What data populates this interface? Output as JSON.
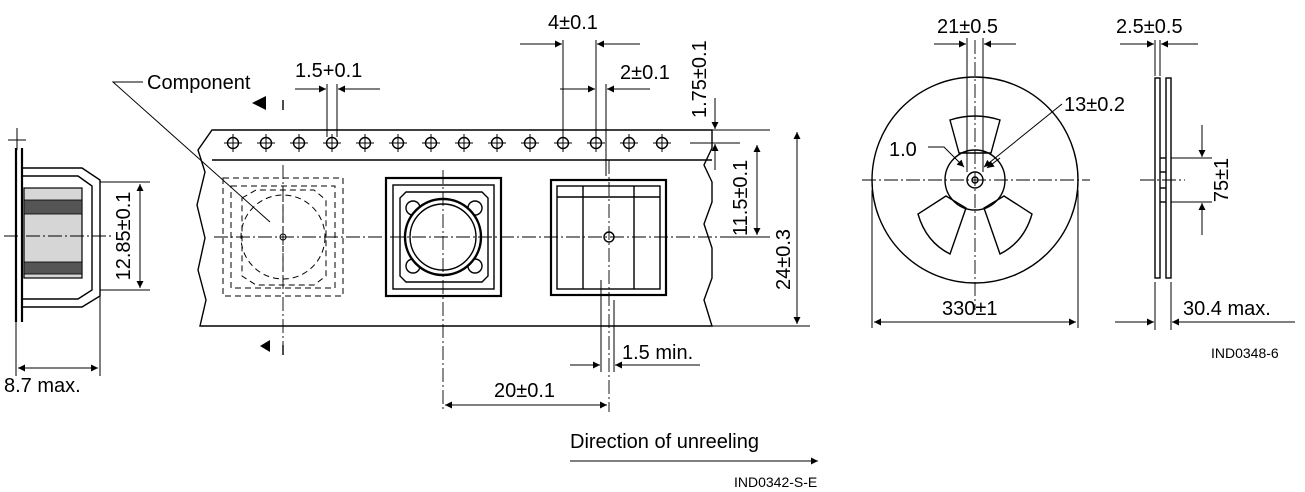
{
  "labels": {
    "component": "Component",
    "tape_width": "24±0.3",
    "sprocket_hole_dia": "1.5+0.1",
    "hole_to_pocket_pitch": "2±0.1",
    "sprocket_pitch": "4±0.1",
    "edge_to_hole": "1.75±0.1",
    "hole_row_to_pocket_center": "11.5±0.1",
    "pocket_pitch": "20±0.1",
    "min_hole": "1.5 min.",
    "component_height": "12.85±0.1",
    "pocket_depth": "8.7 max.",
    "direction": "Direction of unreeling",
    "tape_ref": "IND0342-S-E",
    "hub_width": "21±0.5",
    "arbor_hole": "13±0.2",
    "key_slot": "1.0",
    "reel_dia": "330±1",
    "flange_thickness": "2.5±0.5",
    "hub_dia": "75±1",
    "reel_width": "30.4 max.",
    "reel_ref": "IND0348-6"
  }
}
